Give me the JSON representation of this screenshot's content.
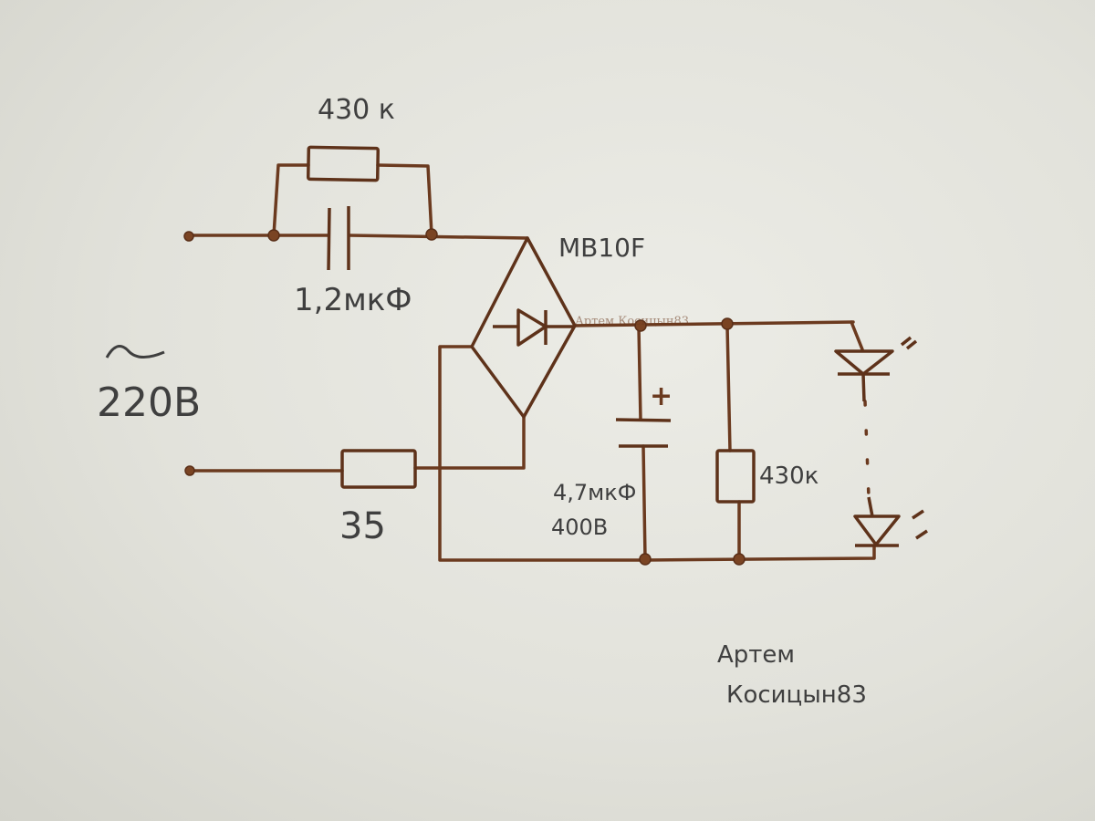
{
  "labels": {
    "r1_value": "430 к",
    "c1_value": "1,2мкФ",
    "bridge_name": "MB10F",
    "ac_symbol": "~",
    "supply_voltage": "220В",
    "r2_value": "35",
    "c2_capacitance": "4,7мкФ",
    "c2_voltage": "400В",
    "c2_polarity": "+",
    "r3_value": "430к",
    "author_first": "Артем",
    "author_last": "Косицын83",
    "watermark": "Артем Косицын83"
  },
  "colors": {
    "paper": "#e6e6df",
    "ink": "#3f3f3f",
    "burn": "#6b3a1f"
  }
}
